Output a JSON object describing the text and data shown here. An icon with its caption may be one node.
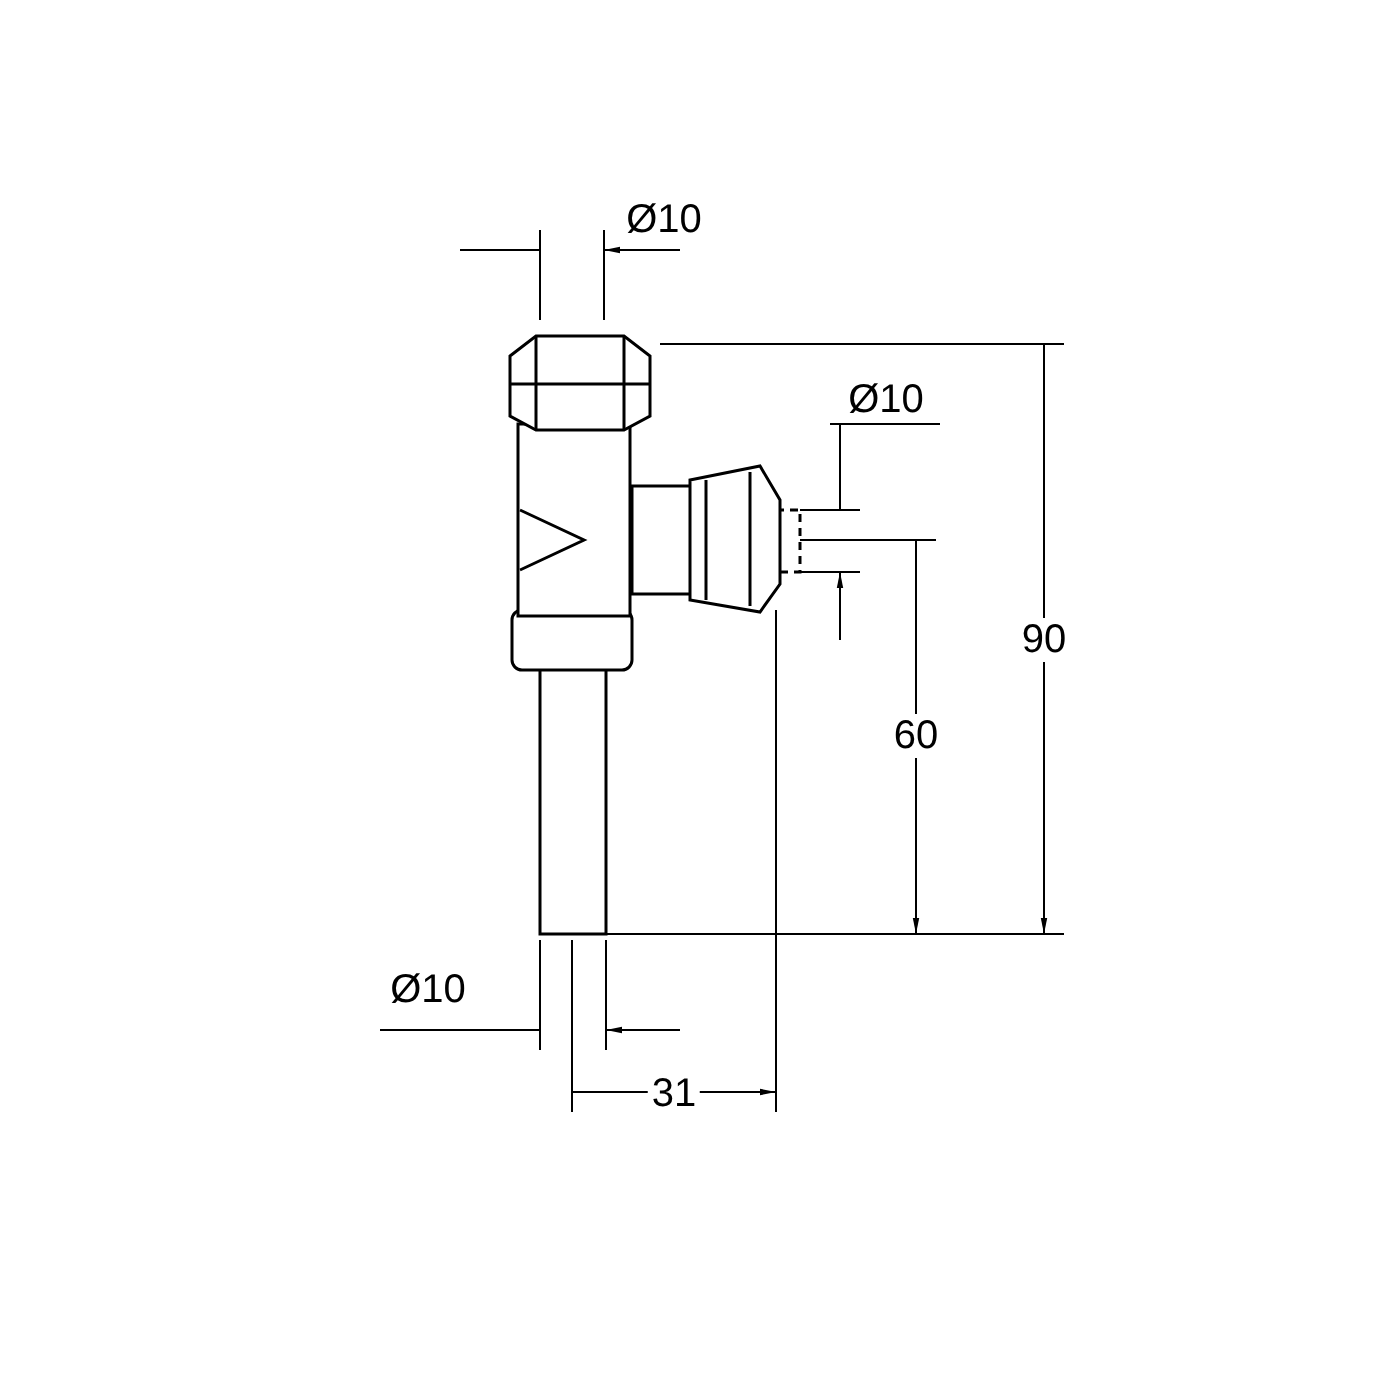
{
  "diagram": {
    "labels": [
      "Ø10",
      "Ø10",
      "90",
      "60",
      "Ø10",
      "31"
    ]
  }
}
